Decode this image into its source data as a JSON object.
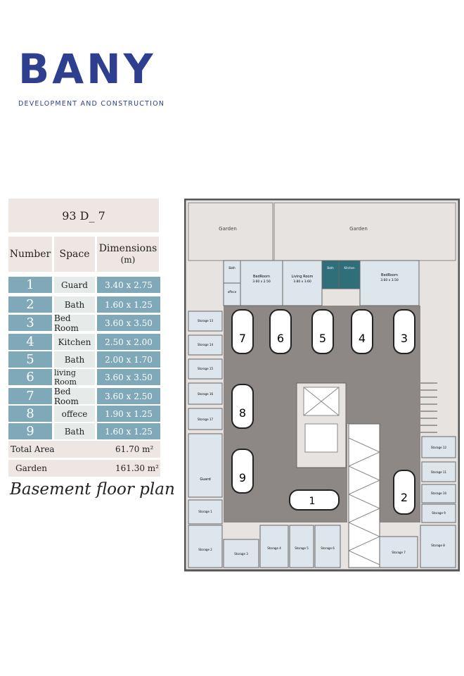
{
  "logo": {
    "text": "BANY",
    "subtitle": "DEVELOPMENT AND CONSTRUCTION"
  },
  "unit_title": "93 D_ 7",
  "table": {
    "headers": {
      "number": "Number",
      "space": "Space",
      "dimensions": "Dimensions",
      "unit": "(m)"
    },
    "rows": [
      {
        "num": "1",
        "space": "Guard",
        "dim": "3.40 x 2.75"
      },
      {
        "num": "2",
        "space": "Bath",
        "dim": "1.60 x 1.25"
      },
      {
        "num": "3",
        "space": "Bed Room",
        "dim": "3.60 x 3.50"
      },
      {
        "num": "4",
        "space": "Kitchen",
        "dim": "2.50 x 2.00"
      },
      {
        "num": "5",
        "space": "Bath",
        "dim": "2.00 x 1.70"
      },
      {
        "num": "6",
        "space": "living Room",
        "dim": "3.60 x 3.50"
      },
      {
        "num": "7",
        "space": "Bed Room",
        "dim": "3.60 x 2.50"
      },
      {
        "num": "8",
        "space": "offece",
        "dim": "1.90 x 1.25"
      },
      {
        "num": "9",
        "space": "Bath",
        "dim": "1.60 x 1.25"
      }
    ],
    "total_label": "Total Area",
    "total_value": "61.70 m²",
    "garden_label": "Garden",
    "garden_value": "161.30 m²"
  },
  "caption": "Basement floor plan",
  "plan": {
    "gardens": [
      "Garden",
      "Garden"
    ],
    "rooms": {
      "bath1": "Bath",
      "bedroom1": "BedRoom",
      "bedroom1_dim": "3.60 x 2.50",
      "living": "Living Room",
      "living_dim": "3.80 x 3.60",
      "bath2": "Bath",
      "kitchen": "Kitchen",
      "bedroom2": "BedRoom",
      "bedroom2_dim": "3.60 x 3.50",
      "office": "offece",
      "guard": "Guard"
    },
    "cars": [
      "7",
      "6",
      "5",
      "4",
      "3",
      "8",
      "9",
      "1",
      "2"
    ],
    "storages_left": [
      "Storage 13",
      "Storage 14",
      "Storage 15",
      "Storage 16",
      "Storage 17",
      "Storage 1"
    ],
    "storages_bottom": [
      "Storage 2",
      "Storage 3",
      "Storage 4",
      "Storage 5",
      "Storage 6",
      "Storage 7",
      "Storage 8"
    ],
    "storages_right": [
      "Storage 12",
      "Storage 11",
      "Storage 10",
      "Storage 9"
    ]
  },
  "colors": {
    "brand": "#2e3f8f",
    "row_accent": "#7fa8b8",
    "cell_light": "#e6ebea",
    "header_bg": "#ede6e2",
    "parking": "#8d8785",
    "room": "#dde6ec",
    "wall": "#5a5a5a"
  }
}
